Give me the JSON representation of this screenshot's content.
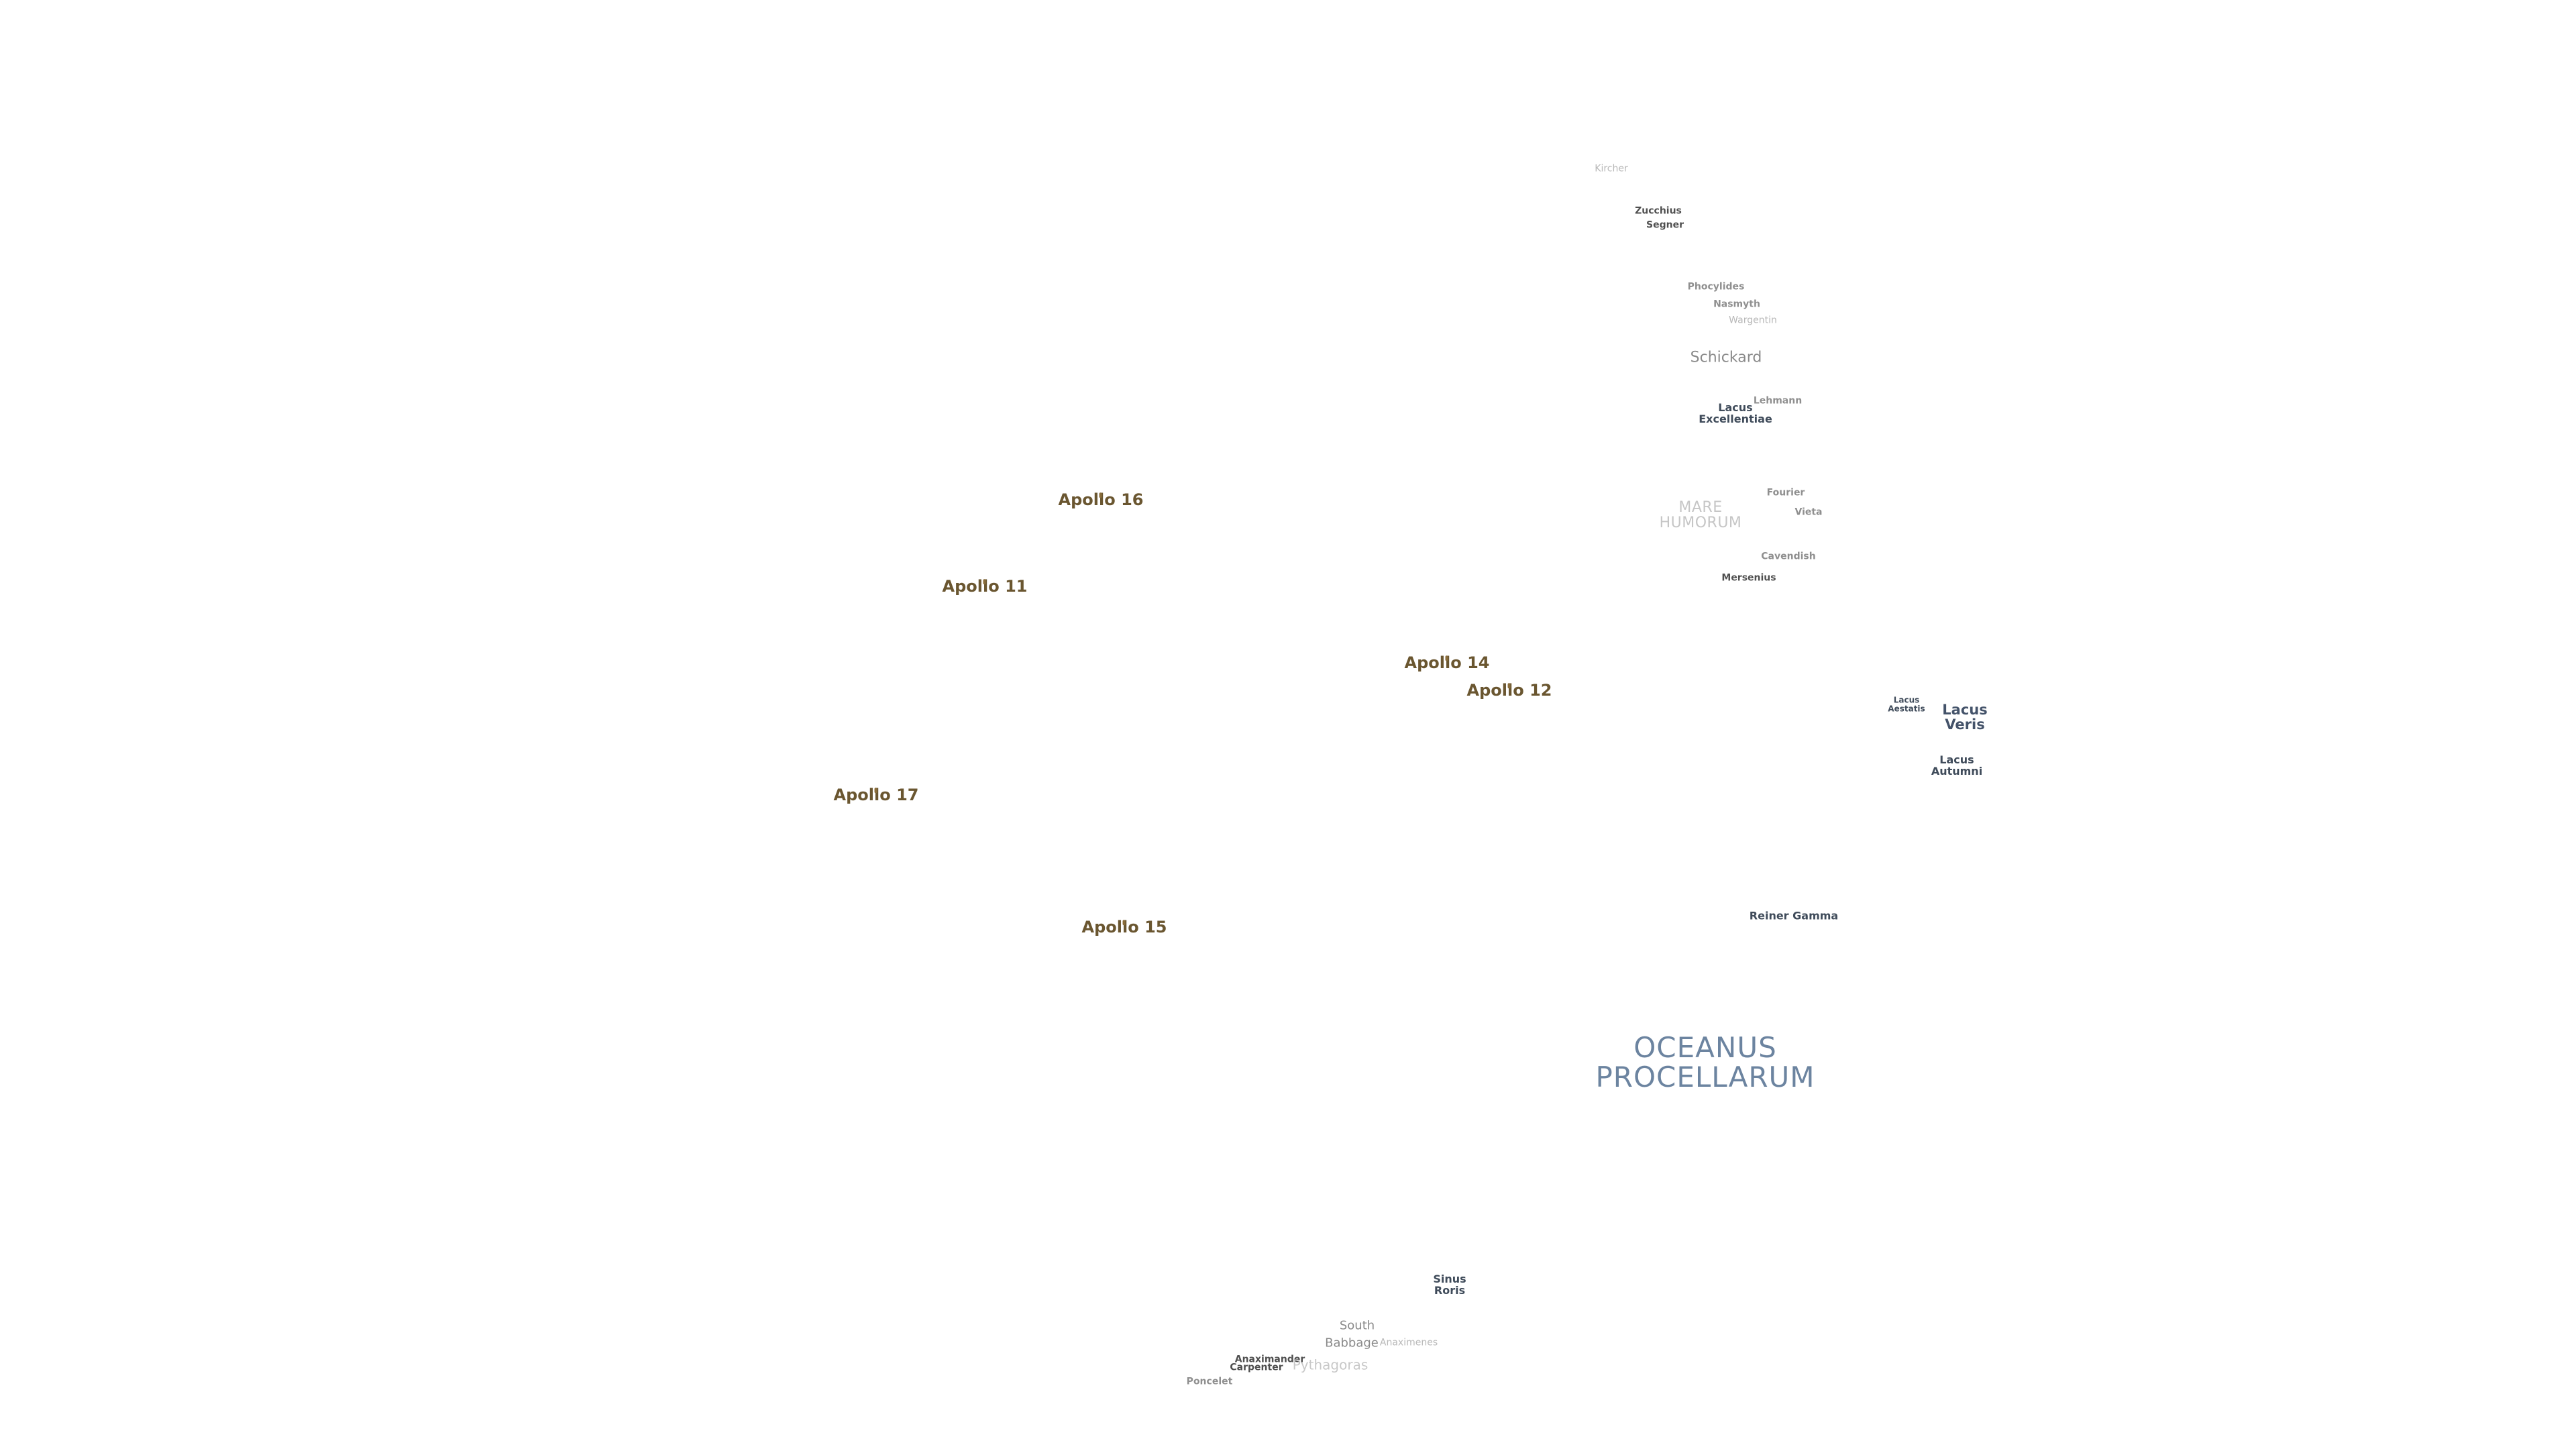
{
  "map": {
    "labels": {
      "kircher": "Kircher",
      "zucchius": "Zucchius",
      "segner": "Segner",
      "phocylides": "Phocylides",
      "nasmyth": "Nasmyth",
      "wargentin": "Wargentin",
      "schickard": "Schickard",
      "lacus_excellentiae": "Lacus\nExcellentiae",
      "lehmann": "Lehmann",
      "fourier": "Fourier",
      "mare_humorum": "MARE\nHUMORUM",
      "vieta": "Vieta",
      "cavendish": "Cavendish",
      "mersenius": "Mersenius",
      "lacus_aestatis": "Lacus\nAestatis",
      "lacus_veris": "Lacus\nVeris",
      "lacus_autumni": "Lacus\nAutumni",
      "reiner_gamma": "Reiner Gamma",
      "oceanus_procellarum": "OCEANUS\nPROCELLARUM",
      "sinus_roris": "Sinus\nRoris",
      "south": "South",
      "babbage": "Babbage",
      "anaximander": "Anaximander",
      "carpenter": "Carpenter",
      "pythagoras": "Pythagoras",
      "poncelet": "Poncelet",
      "faint_right": "Anaximenes"
    },
    "apollo_sites": [
      "Apollo 16",
      "Apollo 11",
      "Apollo 14",
      "Apollo 12",
      "Apollo 17",
      "Apollo 15"
    ]
  }
}
